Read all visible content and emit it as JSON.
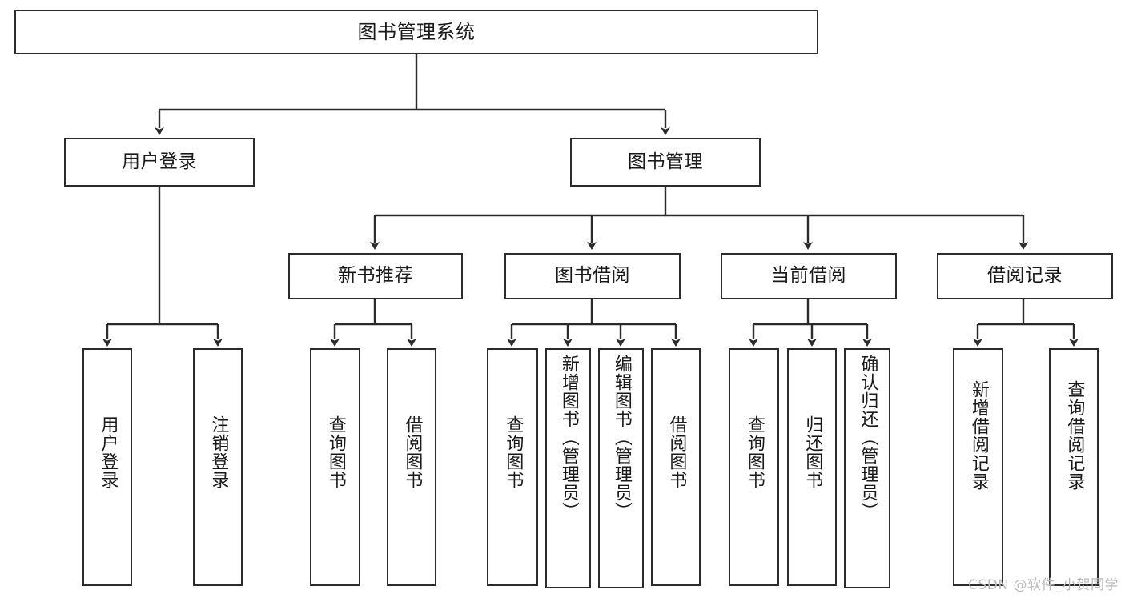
{
  "diagram": {
    "title": "图书管理系统",
    "background_color": "#ffffff",
    "line_color": "#2b2b2b",
    "text_color": "#1a1a1a",
    "root": {
      "label": "图书管理系统"
    },
    "level2": [
      {
        "label": "用户登录"
      },
      {
        "label": "图书管理"
      }
    ],
    "level3": [
      {
        "label": "新书推荐"
      },
      {
        "label": "图书借阅"
      },
      {
        "label": "当前借阅"
      },
      {
        "label": "借阅记录"
      }
    ],
    "leaves": {
      "user_login": [
        {
          "label": "用户登录"
        },
        {
          "label": "注销登录"
        }
      ],
      "new_book_recommend": [
        {
          "label": "查询图书"
        },
        {
          "label": "借阅图书"
        }
      ],
      "book_borrow": [
        {
          "label": "查询图书"
        },
        {
          "label": "新增图书（管理员）"
        },
        {
          "label": "编辑图书（管理员）"
        },
        {
          "label": "借阅图书"
        }
      ],
      "current_borrow": [
        {
          "label": "查询图书"
        },
        {
          "label": "归还图书"
        },
        {
          "label": "确认归还（管理员）"
        }
      ],
      "borrow_record": [
        {
          "label": "新增借阅记录"
        },
        {
          "label": "查询借阅记录"
        }
      ]
    }
  },
  "watermark": {
    "text": "CSDN @软件_小贺同学"
  }
}
